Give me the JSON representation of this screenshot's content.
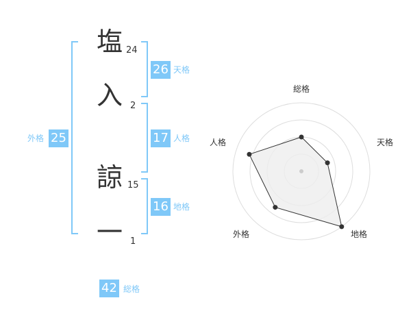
{
  "name": {
    "chars": [
      {
        "char": "塩",
        "strokes": "24"
      },
      {
        "char": "入",
        "strokes": "2"
      },
      {
        "char": "諒",
        "strokes": "15"
      },
      {
        "char": "一",
        "strokes": "1"
      }
    ]
  },
  "fortune": {
    "tenkaku": {
      "value": "26",
      "label": "天格"
    },
    "jinkaku": {
      "value": "17",
      "label": "人格"
    },
    "chikaku": {
      "value": "16",
      "label": "地格"
    },
    "gaikaku": {
      "value": "25",
      "label": "外格"
    },
    "soukaku": {
      "value": "42",
      "label": "総格"
    }
  },
  "colors": {
    "accent": "#7fc8f8",
    "text": "#333333",
    "grid": "#dddddd",
    "fill": "#eeeeee"
  },
  "chart_data": {
    "type": "radar",
    "axes": [
      "総格",
      "天格",
      "地格",
      "外格",
      "人格"
    ],
    "values": [
      0.5,
      0.4,
      1.0,
      0.65,
      0.8
    ],
    "range": [
      0,
      1
    ],
    "rings": 4
  }
}
